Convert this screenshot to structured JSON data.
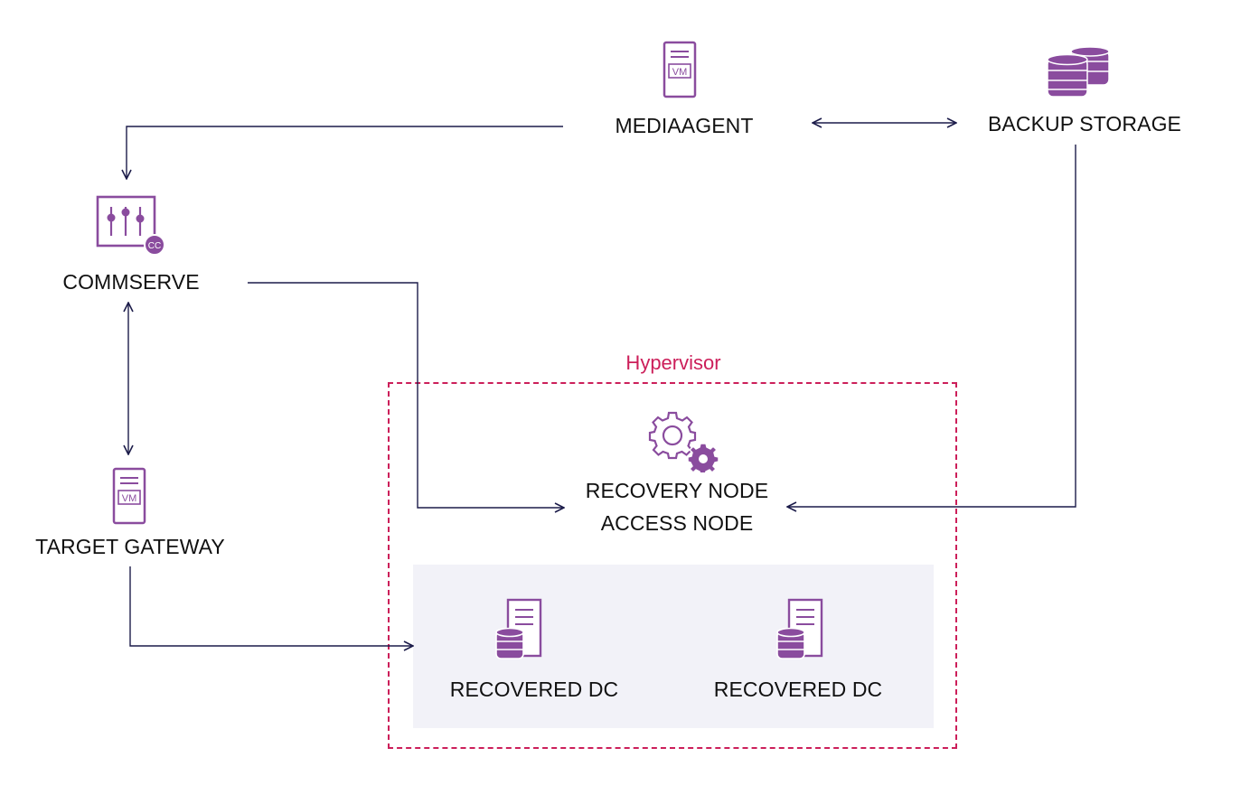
{
  "nodes": {
    "mediaagent": {
      "label": "MEDIAAGENT",
      "icon": "vm-server-icon",
      "icon_text": "VM"
    },
    "backup_storage": {
      "label": "BACKUP STORAGE",
      "icon": "database-stack-icon"
    },
    "commserve": {
      "label": "COMMSERVE",
      "icon": "control-panel-icon",
      "badge_text": "CC"
    },
    "target_gateway": {
      "label": "TARGET GATEWAY",
      "icon": "vm-server-icon",
      "icon_text": "VM"
    },
    "recovery_node": {
      "label_line1": "RECOVERY NODE",
      "label_line2": "ACCESS NODE",
      "icon": "gears-icon"
    },
    "recovered_dc_1": {
      "label": "RECOVERED DC",
      "icon": "server-database-icon"
    },
    "recovered_dc_2": {
      "label": "RECOVERED DC",
      "icon": "server-database-icon"
    }
  },
  "hypervisor": {
    "label": "Hypervisor"
  },
  "colors": {
    "icon_purple": "#8a4c9e",
    "arrow_navy": "#1c1c4a",
    "hypervisor_red": "#cc1f5a",
    "panel_bg": "#f2f2f8",
    "text": "#111111"
  }
}
